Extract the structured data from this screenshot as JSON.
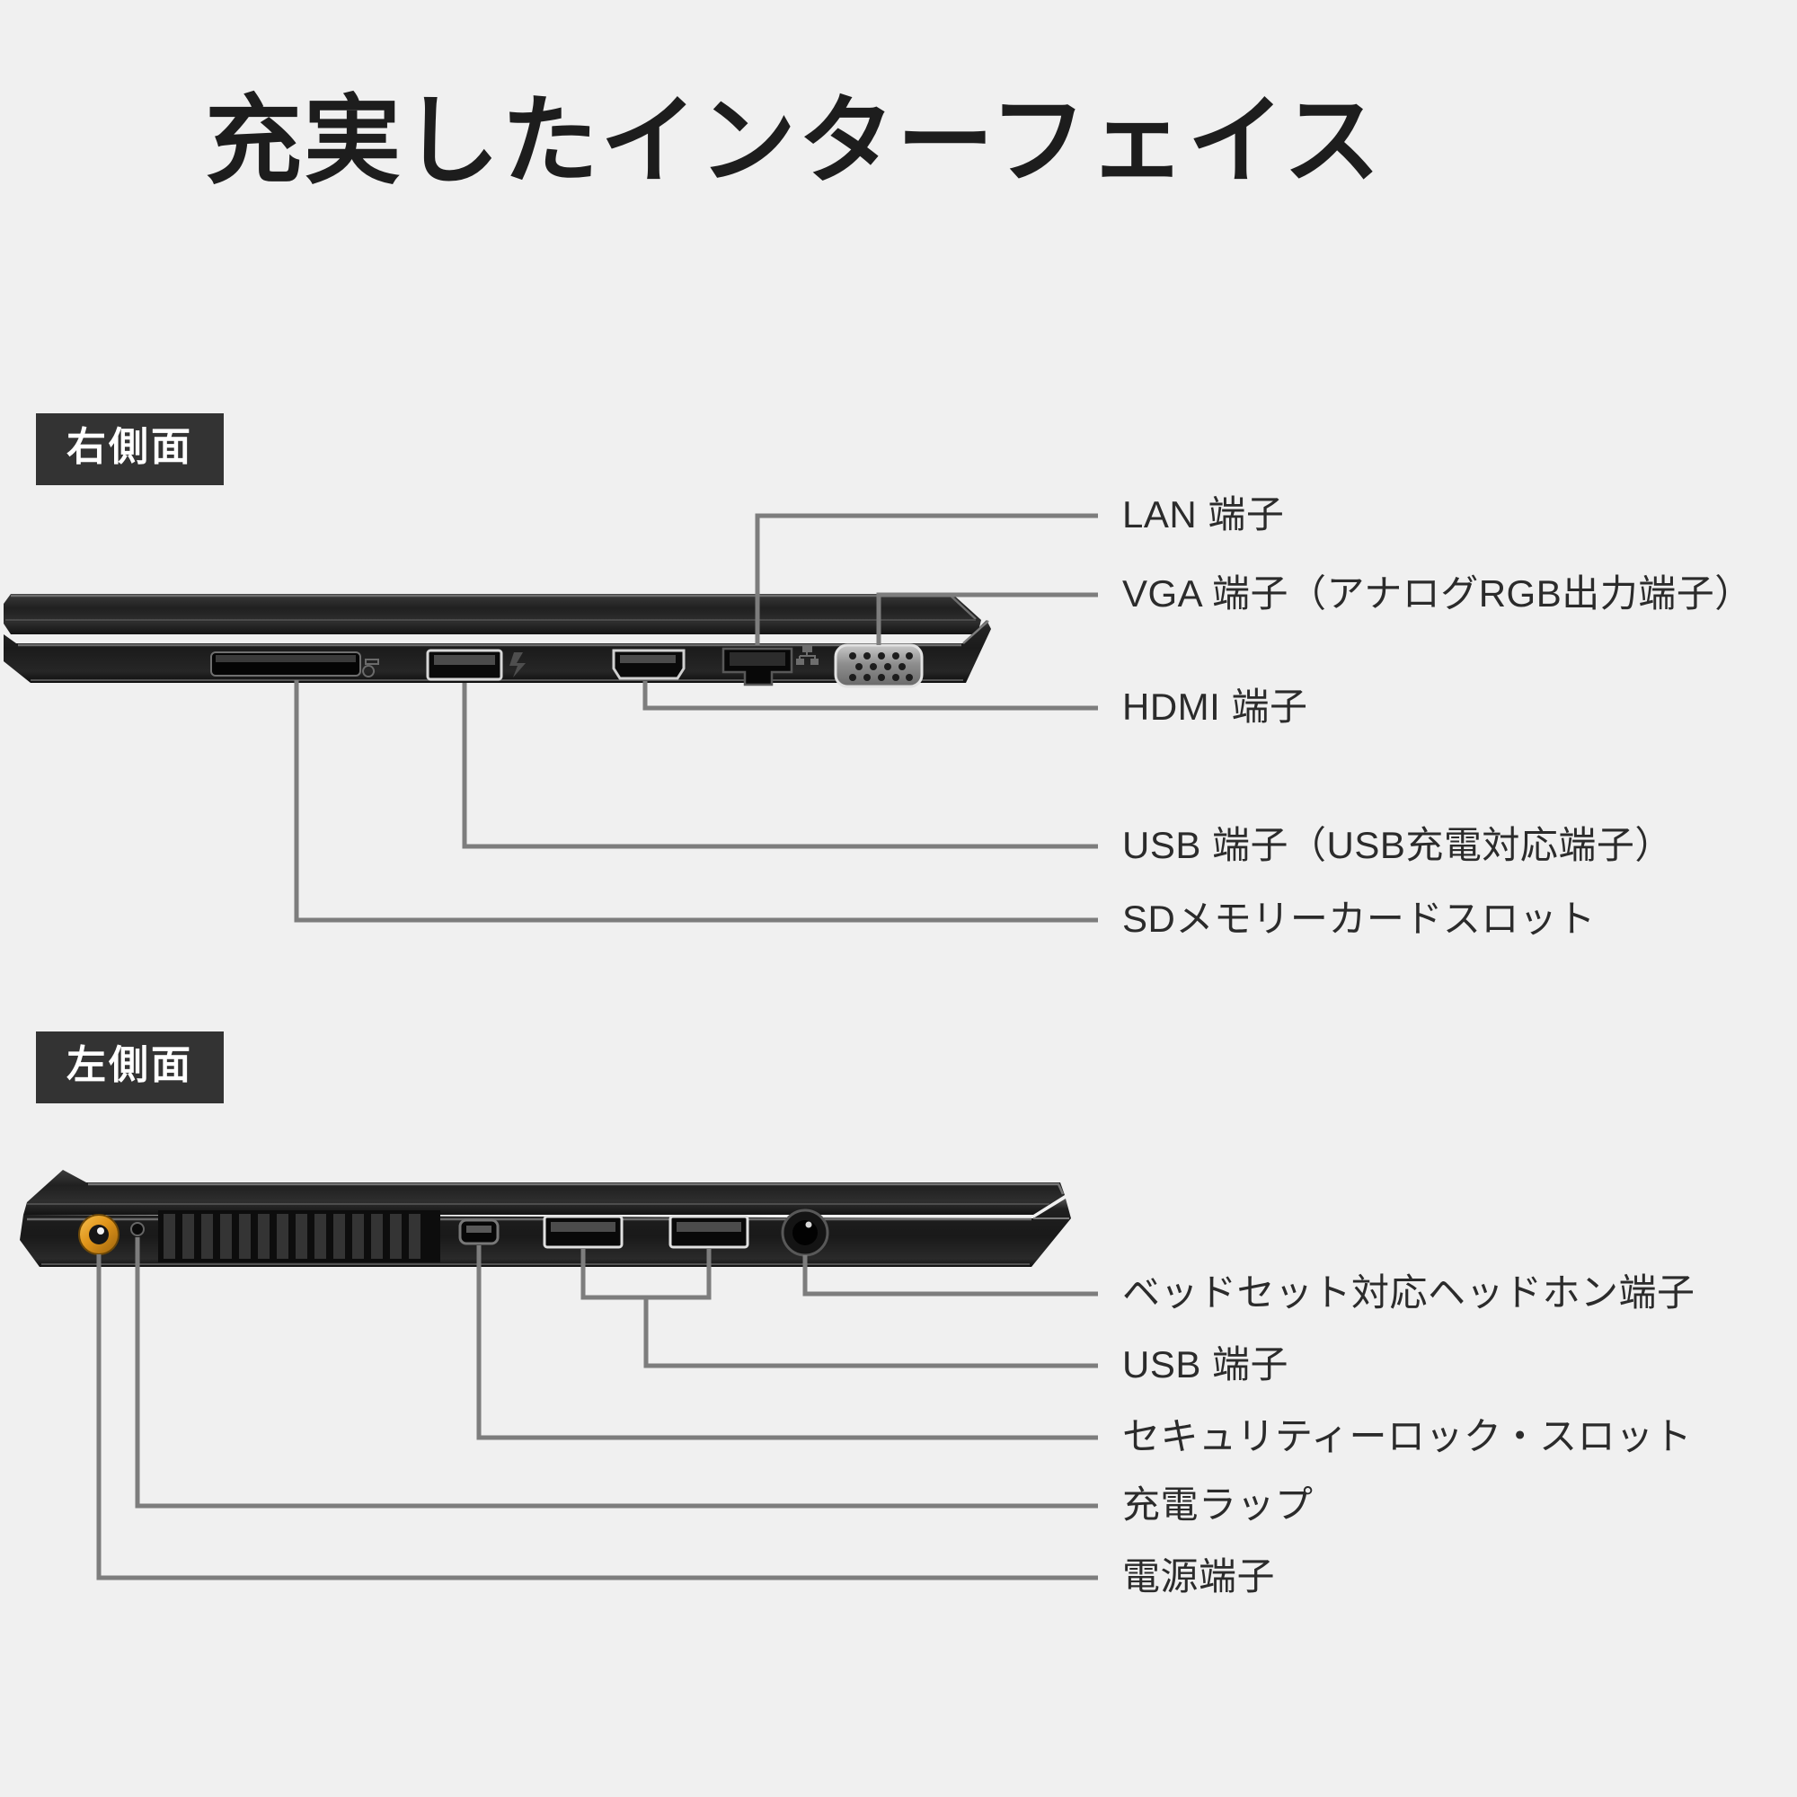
{
  "page": {
    "title": "充実したインターフェイス",
    "background_color": "#f0f0f0",
    "text_color": "#2b2b2b",
    "leader_line_color": "#7d7d7d",
    "badge_background": "#333333",
    "badge_text_color": "#ffffff"
  },
  "sections": [
    {
      "badge": "右側面",
      "callouts": [
        {
          "label": "LAN 端子"
        },
        {
          "label": "VGA 端子（アナログRGB出力端子）"
        },
        {
          "label": "HDMI 端子"
        },
        {
          "label": "USB 端子（USB充電対応端子）"
        },
        {
          "label": "SDメモリーカードスロット"
        }
      ]
    },
    {
      "badge": "左側面",
      "callouts": [
        {
          "label": "ベッドセット対応ヘッドホン端子"
        },
        {
          "label": "USB 端子"
        },
        {
          "label": "セキュリティーロック・スロット"
        },
        {
          "label": "充電ラップ"
        },
        {
          "label": "電源端子"
        }
      ]
    }
  ],
  "photos": {
    "right_side": {
      "alt": "ノートパソコン右側面の写真",
      "ports": [
        "sd-card-slot",
        "usb-port",
        "hdmi-port",
        "lan-port",
        "vga-port"
      ],
      "body_color": "#1a1a1a"
    },
    "left_side": {
      "alt": "ノートパソコン左側面の写真",
      "ports": [
        "power-jack",
        "status-led",
        "vent",
        "security-lock-slot",
        "usb-port",
        "usb-port",
        "headphone-jack"
      ],
      "body_color": "#1a1a1a",
      "power_jack_color": "#e8a317"
    }
  }
}
